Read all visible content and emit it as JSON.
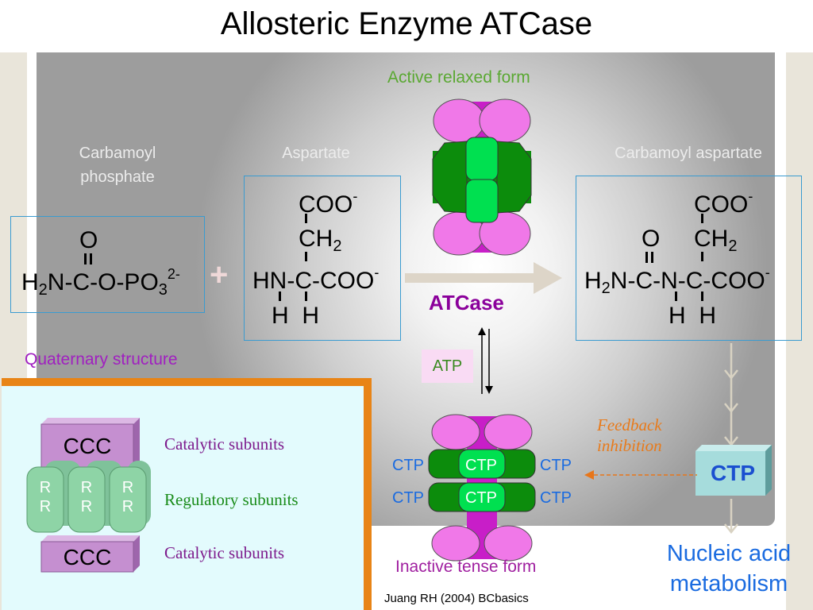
{
  "title": "Allosteric Enzyme ATCase",
  "labels": {
    "carbamoyl_phosphate": "Carbamoyl phosphate",
    "aspartate": "Aspartate",
    "carbamoyl_aspartate": "Carbamoyl aspartate",
    "active_form": "Active relaxed form",
    "inactive_form": "Inactive tense form",
    "enzyme": "ATCase",
    "quaternary": "Quaternary structure",
    "atp": "ATP",
    "feedback_line1": "Feedback",
    "feedback_line2": "inhibition",
    "ctp_product": "CTP",
    "nucleic_line1": "Nucleic acid",
    "nucleic_line2": "metabolism",
    "credit": "Juang RH (2004) BCbasics",
    "plus": "+"
  },
  "carbamoyl_phosphate": {
    "o": "O",
    "h2n": "H",
    "h2n_sub": "2",
    "rest": "N-C-O-PO",
    "po3_sub": "3",
    "charge": "2-"
  },
  "aspartate": {
    "coo": "COO",
    "coo_charge": "-",
    "ch": "CH",
    "ch_sub": "2",
    "main": "HN-C-COO",
    "main_charge": "-",
    "hh": "H  H"
  },
  "carbamoyl_aspartate": {
    "coo": "COO",
    "coo_charge": "-",
    "o": "O",
    "ch": "CH",
    "ch_sub": "2",
    "h": "H",
    "h_sub": "2",
    "main": "N-C-N-C-COO",
    "main_charge": "-",
    "hh": "H  H"
  },
  "subunits": {
    "ccc_top": "CCC",
    "ccc_bottom": "CCC",
    "r": "R",
    "catalytic_top": "Catalytic subunits",
    "regulatory": "Regulatory subunits",
    "catalytic_bottom": "Catalytic subunits"
  },
  "ctp_sites": {
    "left_top": "CTP",
    "center_top": "CTP",
    "right_top": "CTP",
    "left_bottom": "CTP",
    "center_bottom": "CTP",
    "right_bottom": "CTP"
  },
  "colors": {
    "lobe_pink": "#f078e8",
    "lobe_magenta": "#c81ec8",
    "green_dark": "#0c8c0c",
    "green_light": "#00e050",
    "catalytic_purple": "#c58fd0",
    "regulatory_green": "#8ed4a6",
    "orange": "#e88416",
    "ctp_teal": "#a6dcdc"
  }
}
